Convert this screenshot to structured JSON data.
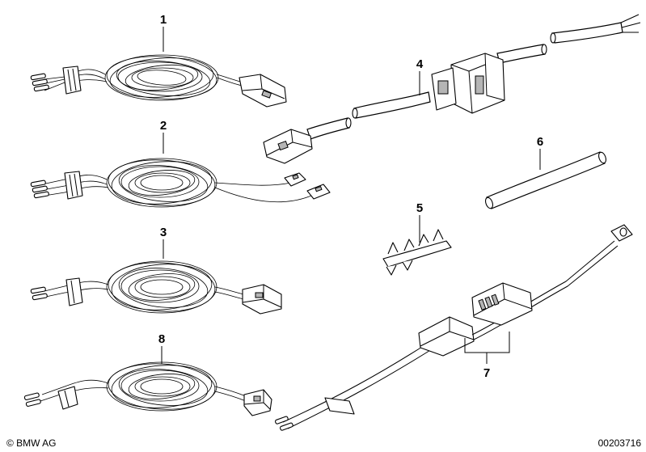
{
  "diagram": {
    "callouts": [
      {
        "id": "1",
        "label": "1"
      },
      {
        "id": "2",
        "label": "2"
      },
      {
        "id": "3",
        "label": "3"
      },
      {
        "id": "4",
        "label": "4"
      },
      {
        "id": "5",
        "label": "5"
      },
      {
        "id": "6",
        "label": "6"
      },
      {
        "id": "7",
        "label": "7"
      },
      {
        "id": "8",
        "label": "8"
      }
    ]
  },
  "footer": {
    "copyright": "© BMW AG",
    "diagram_number": "00203716"
  }
}
